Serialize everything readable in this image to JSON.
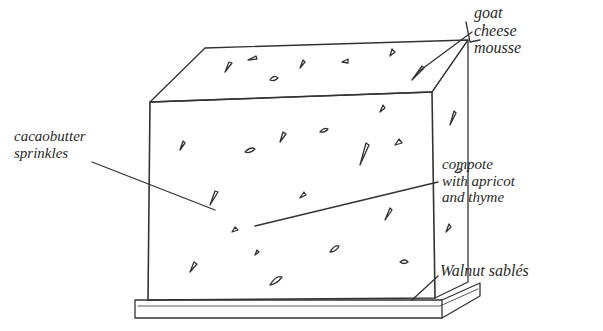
{
  "diagram": {
    "labels": [
      "goat cheese mousse",
      "cacaobutter sprinkles",
      "compote with apricot and thyme",
      "Walnut sablés"
    ]
  }
}
